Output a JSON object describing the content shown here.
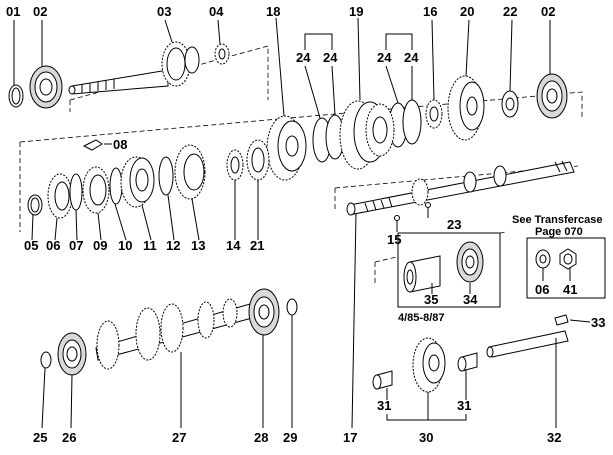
{
  "parts": {
    "p01": "01",
    "p02": "02",
    "p03": "03",
    "p04": "04",
    "p18": "18",
    "p19": "19",
    "p24": "24",
    "p16": "16",
    "p20": "20",
    "p22": "22",
    "p08": "08",
    "p05": "05",
    "p06": "06",
    "p07": "07",
    "p09": "09",
    "p10": "10",
    "p11": "11",
    "p12": "12",
    "p13": "13",
    "p14": "14",
    "p21": "21",
    "p23": "23",
    "p15": "15",
    "p35": "35",
    "p34": "34",
    "p41": "41",
    "p33": "33",
    "p25": "25",
    "p26": "26",
    "p27": "27",
    "p28": "28",
    "p29": "29",
    "p17": "17",
    "p31": "31",
    "p30": "30",
    "p32": "32"
  },
  "notes": {
    "transfercase_line1": "See Transfercase",
    "transfercase_line2": "Page 070",
    "date_range": "4/85-8/87"
  },
  "colors": {
    "line": "#000000",
    "background": "#ffffff",
    "shading": "#d9d9d9"
  }
}
